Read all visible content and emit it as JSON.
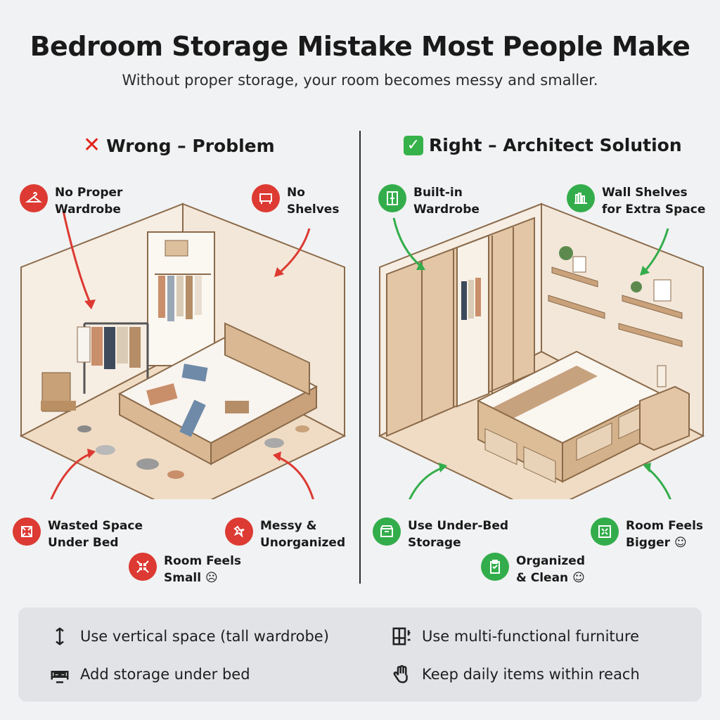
{
  "title": "Bedroom Storage Mistake Most People Make",
  "subtitle": "Without proper storage, your room becomes messy and smaller.",
  "left_panel": {
    "heading": "Wrong – Problem",
    "callouts": {
      "no_wardrobe": "No Proper\nWardrobe",
      "no_shelves": "No\nShelves",
      "wasted_space": "Wasted Space\nUnder Bed",
      "messy": "Messy &\nUnorganized",
      "small": "Room Feels\nSmall ☹"
    }
  },
  "right_panel": {
    "heading": "Right – Architect Solution",
    "callouts": {
      "wardrobe": "Built-in\nWardrobe",
      "shelves": "Wall Shelves\nfor Extra Space",
      "underbed": "Use Under-Bed\nStorage",
      "bigger": "Room Feels\nBigger ☺",
      "organized": "Organized\n& Clean ☺"
    }
  },
  "tips": {
    "vertical": "Use vertical space (tall wardrobe)",
    "multifunctional": "Use multi-functional furniture",
    "underbed": "Add storage under bed",
    "reach": "Keep daily items within reach"
  },
  "colors": {
    "problem_red": "#dc3a32",
    "solution_green": "#33ad4b",
    "wall": "#f4ebe1",
    "wood": "#e2c6a6"
  },
  "icons": {
    "wrong_mark": "x-mark-icon",
    "right_mark": "check-mark-icon"
  }
}
